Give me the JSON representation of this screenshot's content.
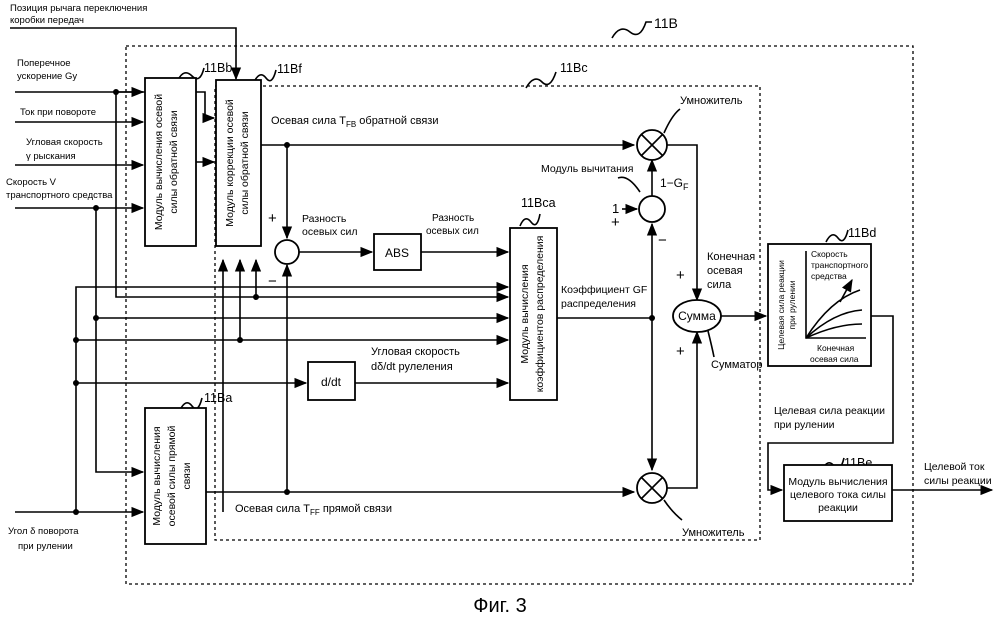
{
  "inputs": {
    "gear_position": [
      "Позиция рычага переключения",
      "коробки передач"
    ],
    "lateral_accel": [
      "Поперечное",
      "ускорение Gy"
    ],
    "steering_current": "Ток при повороте",
    "yaw_rate": [
      "Угловая скорость",
      "γ рыскания"
    ],
    "vehicle_speed": [
      "Скорость V",
      "транспортного средства"
    ],
    "steering_angle": [
      "Угол  δ  поворота",
      "при рулении"
    ]
  },
  "refs": {
    "r11B": "11B",
    "r11Bb": "11Bb",
    "r11Bf": "11Bf",
    "r11Bc": "11Bc",
    "r11Bca": "11Bca",
    "r11Bd": "11Bd",
    "r11Ba": "11Ba",
    "r11Be": "11Be"
  },
  "blocks": {
    "fb_calc": [
      "Модуль вычисления осевой",
      "силы обратной связи"
    ],
    "fb_corr": [
      "Модуль коррекции осевой",
      "силы обратной связи"
    ],
    "ff_calc": [
      "Модуль вычисления",
      "осевой силы прямой",
      "связи"
    ],
    "dist_coef": [
      "Модуль вычисления",
      "коэффициентов распределения"
    ],
    "abs": "ABS",
    "ddt": "d/dt",
    "sum": "Сумма",
    "target_current": [
      "Модуль вычисления",
      "целевого тока силы",
      "реакции"
    ]
  },
  "labels": {
    "fb_force": "Осевая сила T",
    "fb_force_sub": "FB",
    "fb_force_tail": " обратной связи",
    "ff_force": "Осевая сила T",
    "ff_force_sub": "FF",
    "ff_force_tail": " прямой связи",
    "multiplier_top": "Умножитель",
    "multiplier_bottom": "Умножитель",
    "subtract_module": "Модуль вычитания",
    "one_minus_gf": "1−G",
    "one_minus_gf_sub": "F",
    "one": "1",
    "diff_forces": [
      "Разность",
      "осевых сил"
    ],
    "diff_forces_abs": [
      "Разность",
      "осевых сил"
    ],
    "coef_gf": [
      "Коэффициент GF",
      "распределения"
    ],
    "final_force": [
      "Конечная",
      "осевая",
      "сила"
    ],
    "adder": "Сумматор",
    "steer_rate": [
      "Угловая скорость",
      "dδ/dt рулеления"
    ],
    "target_reaction": [
      "Целевая сила реакции",
      "при рулении"
    ],
    "target_current_out": [
      "Целевой ток",
      "силы реакции"
    ],
    "plus": "+",
    "minus": "−",
    "figure": "Фиг. 3"
  },
  "mini_chart": {
    "y_axis": [
      "Целевая сила реакции",
      "при рулении"
    ],
    "x_axis": [
      "Конечная",
      "осевая сила"
    ],
    "speed_label": [
      "Скорость",
      "транспортного",
      "средства"
    ]
  }
}
